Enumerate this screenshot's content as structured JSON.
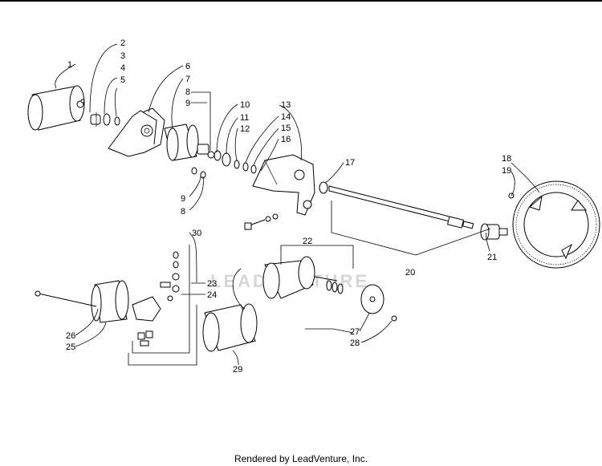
{
  "footer": "Rendered by LeadVenture, Inc.",
  "watermark": "LEADVENTURE",
  "callouts": [
    "1",
    "2",
    "3",
    "4",
    "5",
    "6",
    "7",
    "8",
    "9",
    "10",
    "11",
    "12",
    "13",
    "14",
    "15",
    "16",
    "17",
    "18",
    "19",
    "9",
    "8",
    "20",
    "21",
    "22",
    "23",
    "24",
    "25",
    "26",
    "27",
    "28",
    "29",
    "30"
  ]
}
